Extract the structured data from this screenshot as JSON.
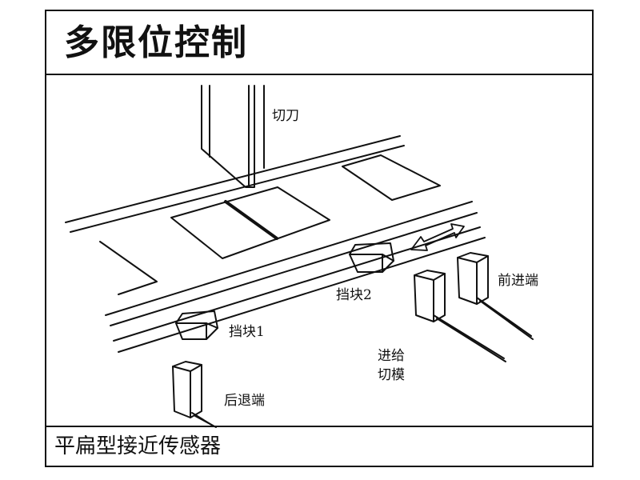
{
  "title": "多限位控制",
  "footer": "平扁型接近传感器",
  "labels": {
    "cutter": "切刀",
    "stop1": "挡块1",
    "stop2": "挡块2",
    "front_end": "前进端",
    "rear_end": "后退端",
    "feed_line1": "进给",
    "feed_line2": "切模"
  }
}
